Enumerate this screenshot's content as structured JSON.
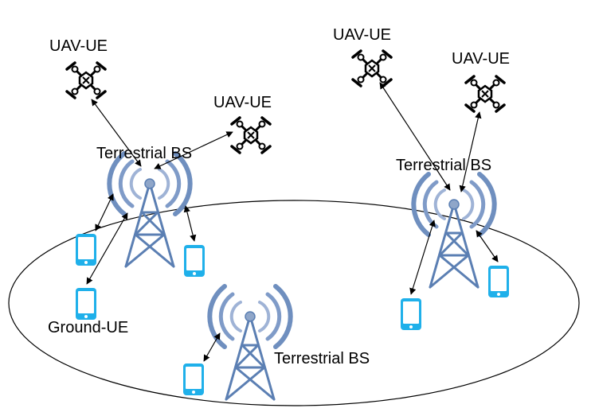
{
  "labels": {
    "uav_1": "UAV-UE",
    "uav_2": "UAV-UE",
    "uav_3": "UAV-UE",
    "uav_4": "UAV-UE",
    "bs_left": "Terrestrial BS",
    "bs_right": "Terrestrial BS",
    "bs_bottom": "Terrestrial BS",
    "ground_ue": "Ground-UE"
  },
  "icons": {
    "tower": "cell-tower-icon",
    "drone": "quadcopter-drone-icon",
    "phone": "smartphone-icon"
  },
  "colors": {
    "tower": "#5b7fb3",
    "tower_top": "#8fa6c9",
    "wave_outer": "#6f8fbf",
    "wave_inner": "#9fb3d6",
    "phone_body": "#1fb0ea",
    "phone_screen": "#ffffff",
    "line": "#000000"
  }
}
